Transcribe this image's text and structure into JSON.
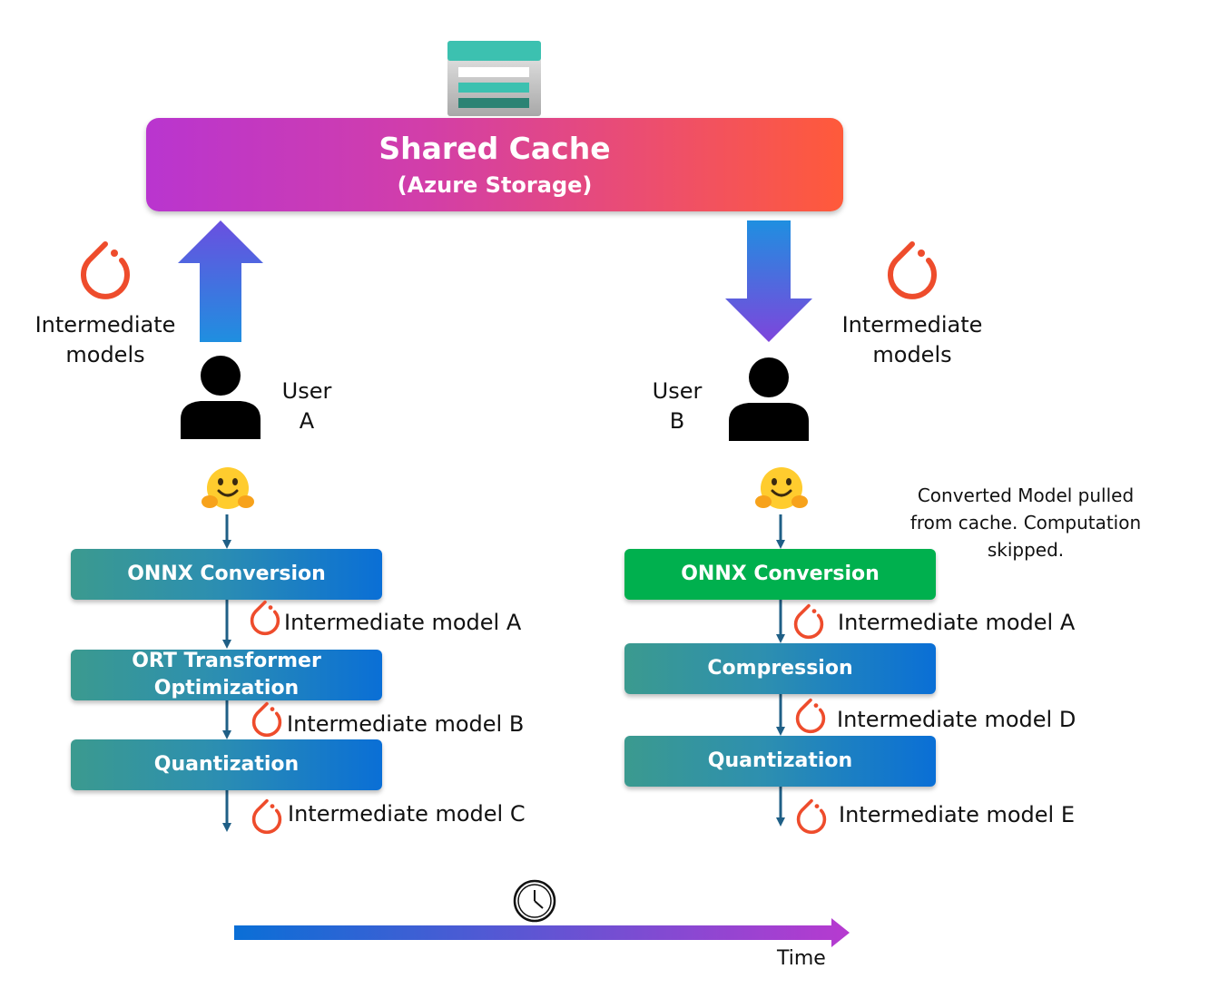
{
  "cache": {
    "title": "Shared Cache",
    "subtitle": "(Azure Storage)",
    "gradient_colors": [
      "#b935cf",
      "#ff5a3a"
    ]
  },
  "users": {
    "a": {
      "label_line1": "User",
      "label_line2": "A",
      "models_label_line1": "Intermediate",
      "models_label_line2": "models",
      "steps": [
        {
          "label_line1": "ONNX Conversion",
          "label_line2": "",
          "output": "Intermediate model A"
        },
        {
          "label_line1": "ORT Transformer",
          "label_line2": "Optimization",
          "output": "Intermediate model B"
        },
        {
          "label_line1": "Quantization",
          "label_line2": "",
          "output": "Intermediate model C"
        }
      ]
    },
    "b": {
      "label_line1": "User",
      "label_line2": "B",
      "models_label_line1": "Intermediate",
      "models_label_line2": "models",
      "note_line1": "Converted Model pulled",
      "note_line2": "from cache. Computation",
      "note_line3": "skipped.",
      "steps": [
        {
          "label_line1": "ONNX Conversion",
          "label_line2": "",
          "output": "Intermediate model A"
        },
        {
          "label_line1": "Compression",
          "label_line2": "",
          "output": "Intermediate model D"
        },
        {
          "label_line1": "Quantization",
          "label_line2": "",
          "output": "Intermediate model E"
        }
      ]
    }
  },
  "timeline": {
    "label": "Time",
    "gradient_colors": [
      "#0a6fd6",
      "#b73ad0"
    ]
  },
  "colors": {
    "step_gradient": [
      "#3b9a8f",
      "#0a6fd6"
    ],
    "cached_step": "#00b04e",
    "connector": "#1f5f86",
    "pytorch": "#ee4c2c",
    "arrow_up": [
      "#1f8fe0",
      "#6a4fe0"
    ],
    "arrow_down": [
      "#1f8fe0",
      "#7e45dc"
    ]
  },
  "icons": {
    "storage": "storage-icon",
    "pytorch": "pytorch-icon",
    "user": "user-icon",
    "huggingface": "hugging-face-icon",
    "clock": "clock-icon"
  }
}
